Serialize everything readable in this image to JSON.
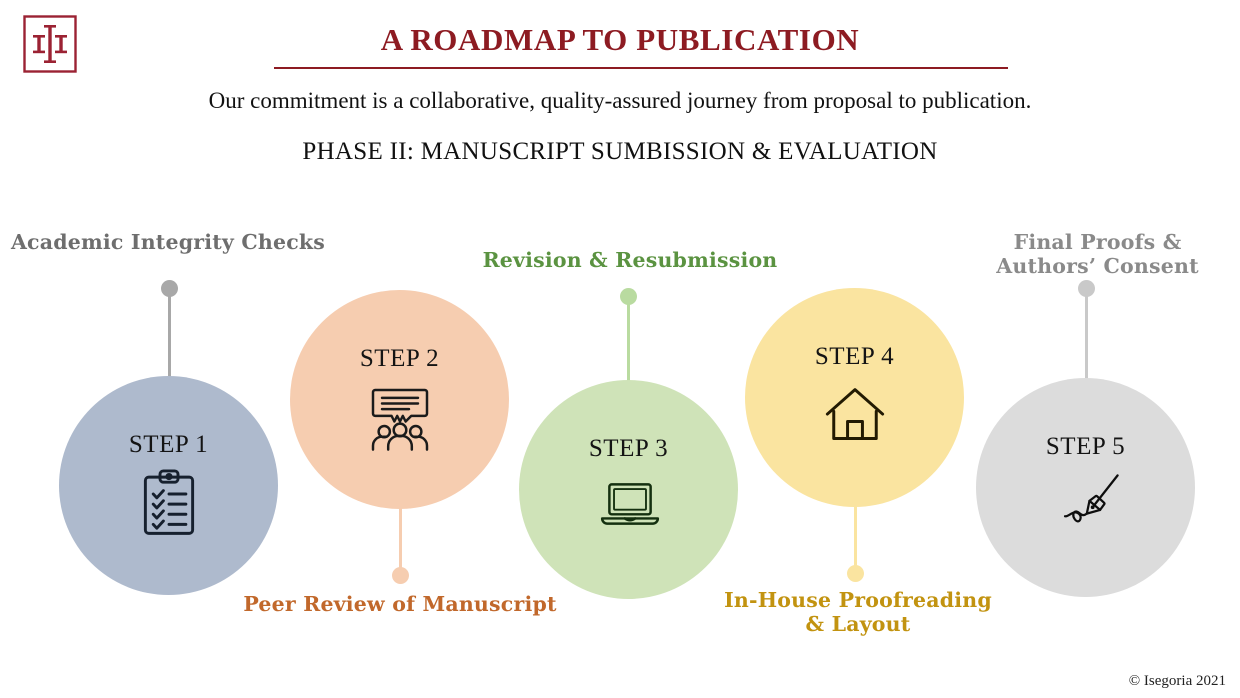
{
  "header": {
    "logo_alt": "Isegoria monogram logo",
    "logo_color": "#9b2233",
    "title": "A ROADMAP TO PUBLICATION",
    "title_color": "#8d1b22",
    "subtitle": "Our commitment is a collaborative, quality-assured journey from proposal to publication.",
    "phase": "PHASE II: MANUSCRIPT SUMBISSION & EVALUATION"
  },
  "steps": [
    {
      "label": "STEP 1",
      "caption": "Academic Integrity Checks",
      "caption_position": "top",
      "caption_color": "#6e6e6e",
      "circle_color": "#aebacd",
      "pin_color": "#a8a8a8",
      "icon": "clipboard-checklist-icon"
    },
    {
      "label": "STEP 2",
      "caption": "Peer Review of Manuscript",
      "caption_position": "bottom",
      "caption_color": "#c1682b",
      "circle_color": "#f6cdb0",
      "pin_color": "#f6cdb0",
      "icon": "discussion-group-icon"
    },
    {
      "label": "STEP 3",
      "caption": "Revision & Resubmission",
      "caption_position": "top",
      "caption_color": "#5b9341",
      "circle_color": "#cfe3b8",
      "pin_color": "#b9dba0",
      "icon": "laptop-icon"
    },
    {
      "label": "STEP 4",
      "caption": "In-House Proofreading\n& Layout",
      "caption_position": "bottom",
      "caption_color": "#c29310",
      "circle_color": "#fae4a0",
      "pin_color": "#fae4a0",
      "icon": "house-icon"
    },
    {
      "label": "STEP 5",
      "caption": "Final Proofs &\nAuthors’ Consent",
      "caption_position": "top",
      "caption_color": "#8a8a8a",
      "circle_color": "#dcdcdc",
      "pin_color": "#c9c9c9",
      "icon": "signature-pen-icon"
    }
  ],
  "footer": {
    "copyright": "© Isegoria 2021"
  }
}
